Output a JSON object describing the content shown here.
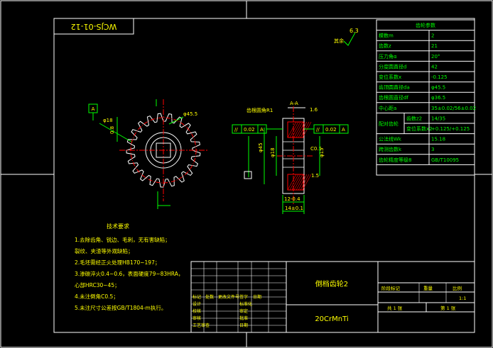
{
  "colors": {
    "background": "#000000",
    "frame": "#ffffff",
    "text": "#ffff00",
    "table_text": "#00ff00",
    "centerline": "#ff0000",
    "dimension": "#00ff00",
    "hatch": "#ff4040"
  },
  "drawing_number": "WCJS-01-12",
  "surface_roughness": {
    "value": "6.3",
    "label": "其余"
  },
  "gear_params": {
    "title": "齿轮参数",
    "rows": [
      {
        "label": "模数m",
        "value": "2"
      },
      {
        "label": "齿数z",
        "value": "21"
      },
      {
        "label": "压力角α",
        "value": "20°"
      },
      {
        "label": "分度圆直径d",
        "value": "42"
      },
      {
        "label": "变位系数x",
        "value": "-0.125"
      },
      {
        "label": "齿顶圆直径da",
        "value": "φ45.5"
      },
      {
        "label": "齿根圆直径df",
        "value": "φ36.5"
      },
      {
        "label": "中心距a",
        "value": "35±0.02/56±0.02"
      },
      {
        "label": "配对齿轮",
        "sub1": "齿数z2",
        "sub1_value": "14/35",
        "sub2": "变位系数x2",
        "sub2_value": "+0.125/+0.125"
      },
      {
        "label": "公法线Wk",
        "value": "15.18"
      },
      {
        "label": "跨测齿数k",
        "value": "3"
      },
      {
        "label": "齿轮精度等级8",
        "value": "GB/T10095"
      }
    ]
  },
  "front_view": {
    "datum": "A",
    "tip_dia": "φ45.5",
    "bore": "φ18",
    "runout": "0.8"
  },
  "section_view": {
    "title": "A-A",
    "label_top": "齿根圆角R1",
    "chamfer": "1.6",
    "tol_left": {
      "symbol": "//",
      "value": "0.02",
      "datum": "A"
    },
    "tol_right": {
      "symbol": "//",
      "value": "0.02",
      "datum": "A"
    },
    "dim_left_1": "φ45",
    "dim_left_2": "φ18",
    "dim_right_1": "C0.5",
    "dim_right_2": "φ15",
    "dim_right_3": "1.5",
    "width_1": "12-0.4",
    "width_2": "14±0.1"
  },
  "tech_req": {
    "title": "技术要求",
    "lines": [
      "1.去除齿角、锐边、毛刺，无有害缺陷；",
      "  裂纹、夹渣等外观缺陷；",
      "2.毛坯需经正火处理HB170~197；",
      "3.渗碳淬火0.4~0.6，表面硬度79~83HRA，",
      "  心部HRC30~45；",
      "4.未注倒角C0.5；",
      "5.未注尺寸公差按GB/T1804-m执行。"
    ]
  },
  "title_block": {
    "part_name": "倒档齿轮2",
    "material": "20CrMnTi",
    "stage_label": "阶段标记",
    "weight_label": "重量",
    "scale_label": "比例",
    "scale_value": "1:1",
    "sheets_total": "共 1 张",
    "sheet_no": "第 1 张",
    "row_labels": [
      "标记",
      "处数",
      "更改文件号",
      "签字",
      "日期"
    ],
    "roles": [
      "设计",
      "校核",
      "审核",
      "工艺审查"
    ],
    "role_right": [
      "标准化",
      "审定",
      "批准",
      "日期"
    ]
  }
}
